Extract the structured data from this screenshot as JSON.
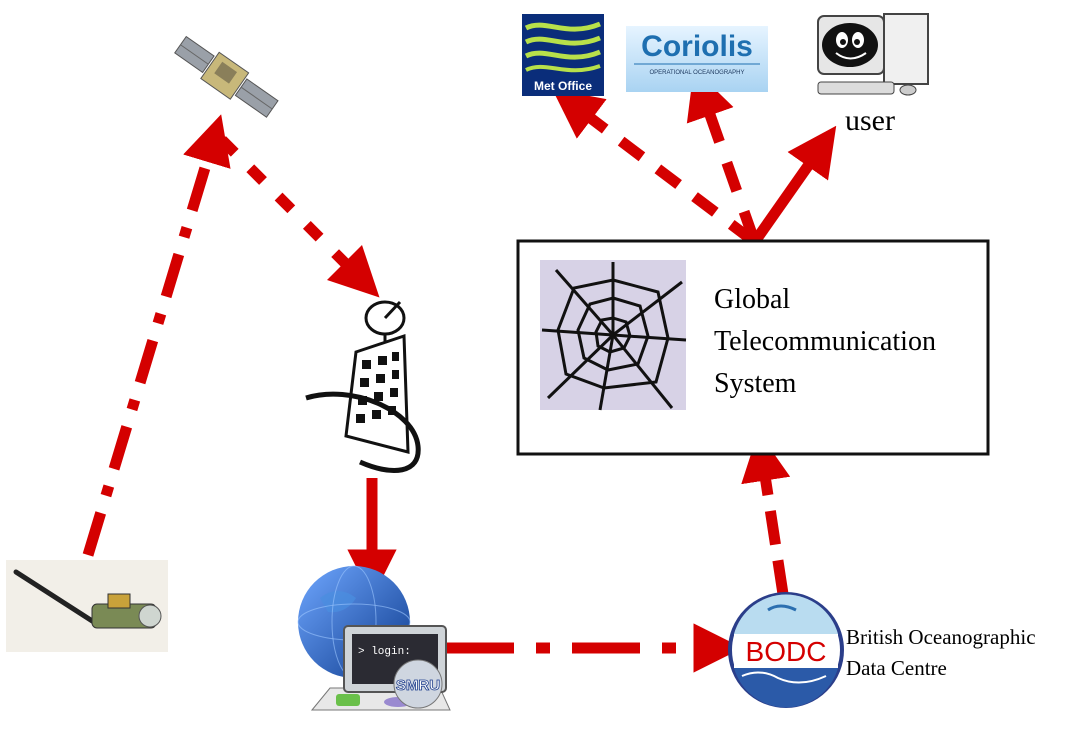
{
  "nodes": {
    "met_office": {
      "label": "Met Office"
    },
    "coriolis": {
      "label": "Coriolis",
      "sublabel": "OPERATIONAL OCEANOGRAPHY"
    },
    "user": {
      "label": "user"
    },
    "gts": {
      "line1": "Global",
      "line2": "Telecommunication",
      "line3": "System"
    },
    "bodc": {
      "logo": "BODC",
      "line1": "British Oceanographic",
      "line2": "Data Centre"
    },
    "smru": {
      "terminal": "> login:",
      "badge": "SMRU"
    }
  },
  "icons": [
    "satellite-icon",
    "ground-station-icon",
    "tag-device-icon",
    "spider-web-icon",
    "computer-user-icon",
    "globe-icon"
  ],
  "colors": {
    "arrow": "#d40000",
    "web_bg": "#d7d2e6",
    "globe": "#2a64c8",
    "coriolis": "#1e6fb0"
  }
}
